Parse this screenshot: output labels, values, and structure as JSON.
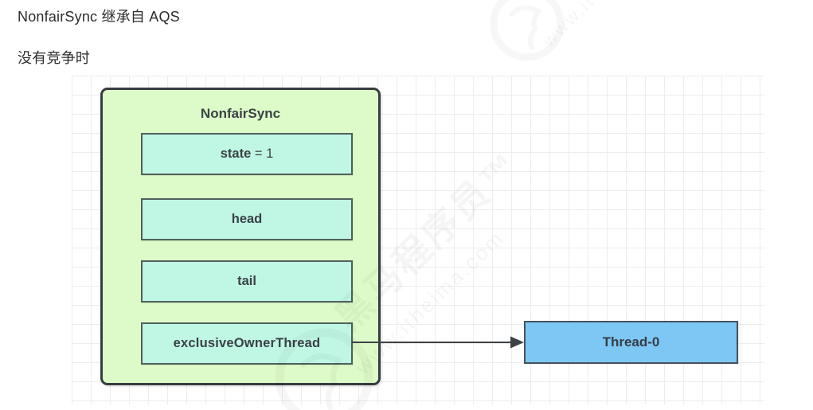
{
  "headings": {
    "line1": "NonfairSync 继承自 AQS",
    "line2": "没有竞争时"
  },
  "diagram": {
    "class_box": {
      "title": "NonfairSync",
      "fields": [
        {
          "name": "state",
          "suffix": " = 1"
        },
        {
          "name": "head"
        },
        {
          "name": "tail"
        },
        {
          "name": "exclusiveOwnerThread"
        }
      ],
      "fill_color": "#ddfbc8",
      "field_fill_color": "#bff7e4",
      "border_color": "#383d42"
    },
    "thread_box": {
      "label": "Thread-0",
      "fill_color": "#7dc7f4"
    },
    "arrow": {
      "from": "exclusiveOwnerThread",
      "to": "Thread-0"
    },
    "grid_color": "#ededed"
  },
  "watermark": {
    "brand": "黑马程序员™",
    "url": "www.itheima.com"
  }
}
